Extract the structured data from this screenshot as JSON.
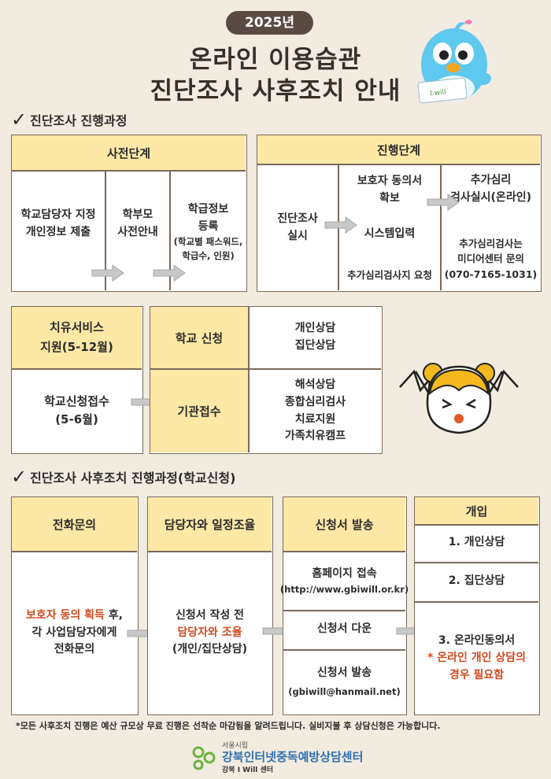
{
  "header": {
    "year": "2025년",
    "title_line1": "온라인 이용습관",
    "title_line2": "진단조사 사후조치 안내"
  },
  "section1": {
    "heading": "진단조사 진행과정",
    "pre_stage": {
      "title": "사전단계",
      "step1": [
        "학교담당자 지정",
        "개인정보 제출"
      ],
      "step2": [
        "학부모",
        "사전안내"
      ],
      "step3": [
        "학급정보",
        "등록"
      ],
      "step3_note": [
        "(학교별 패스워드,",
        "학급수, 인원)"
      ]
    },
    "progress_stage": {
      "title": "진행단계",
      "step1": [
        "진단조사",
        "실시"
      ],
      "step2_a": [
        "보호자 동의서",
        "확보"
      ],
      "step2_b": "시스템입력",
      "step2_c": "추가심리검사지 요청",
      "step3_a": [
        "추가심리",
        "검사실시(온라인)"
      ],
      "step3_b": [
        "추가심리검사는",
        "미디어센터 문의",
        "(070-7165-1031)"
      ]
    },
    "healing": {
      "title": [
        "치유서비스",
        "지원(5-12월)"
      ],
      "reception": [
        "학교신청접수",
        "(5-6월)"
      ],
      "school_apply": "학교 신청",
      "school_services": [
        "개인상담",
        "집단상담"
      ],
      "institution": "기관접수",
      "institution_services": [
        "해석상담",
        "종합심리검사",
        "치료지원",
        "가족치유캠프"
      ]
    }
  },
  "section2": {
    "heading": "진단조사 사후조치 진행과정(학교신청)",
    "col1": {
      "title": "전화문의",
      "red": "보호자 동의 획득",
      "line1_rest": " 후,",
      "line2": "각 사업담당자에게",
      "line3": "전화문의"
    },
    "col2": {
      "title": "담당자와 일정조율",
      "line1": "신청서 작성 전",
      "red": "담당자와 조율",
      "line3": "(개인/집단상담)"
    },
    "col3": {
      "title": "신청서 발송",
      "r1_main": "홈페이지 접속",
      "r1_sub": "(http://www.gbiwill.or.kr)",
      "r2": "신청서 다운",
      "r3_main": "신청서 발송",
      "r3_sub": "(gbiwill@hanmail.net)"
    },
    "col4": {
      "title": "개입",
      "r1": "1. 개인상담",
      "r2": "2. 집단상담",
      "r3": "3. 온라인동의서",
      "r3_red": [
        "* 온라인 개인 상담의",
        "경우 필요함"
      ]
    }
  },
  "footer": {
    "note": "*모든 사후조치 진행은 예산 규모상 무료 진행은 선착순 마감됨을 알려드립니다. 실비지불 후 상담신청은 가능합니다.",
    "org_small": "서울시립",
    "org_name": "강북인터넷중독예방상담센터",
    "org_sub": "강북 I Will 센터",
    "mascot_sign": "I will"
  },
  "colors": {
    "background": "#f2ebe0",
    "header_fill": "#fde8a6",
    "badge": "#5b4a43",
    "accent_red": "#d24a1e",
    "logo_green": "#6db33f"
  }
}
